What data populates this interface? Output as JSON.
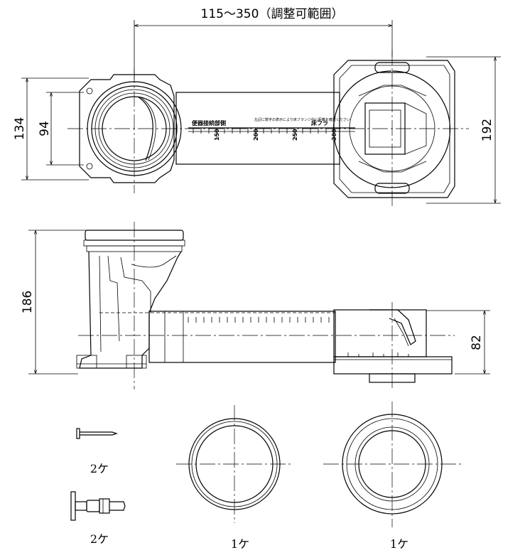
{
  "dimensions": {
    "adjust_range": "115～350（調整可範囲）",
    "flange_width": "134",
    "bolt_span": "94",
    "outlet_height": "192",
    "total_height": "186",
    "pipe_height": "82"
  },
  "scale": {
    "label_left": "便器接続部側",
    "label_right": "床フラ",
    "note": "左記に数字の表示により床フランジ中心距離を確認ください",
    "ticks": [
      "150",
      "200",
      "250",
      "300"
    ]
  },
  "parts": {
    "nail_qty": "2ケ",
    "bolt_qty": "2ケ",
    "ring_small_qty": "1ケ",
    "ring_large_qty": "1ケ"
  }
}
